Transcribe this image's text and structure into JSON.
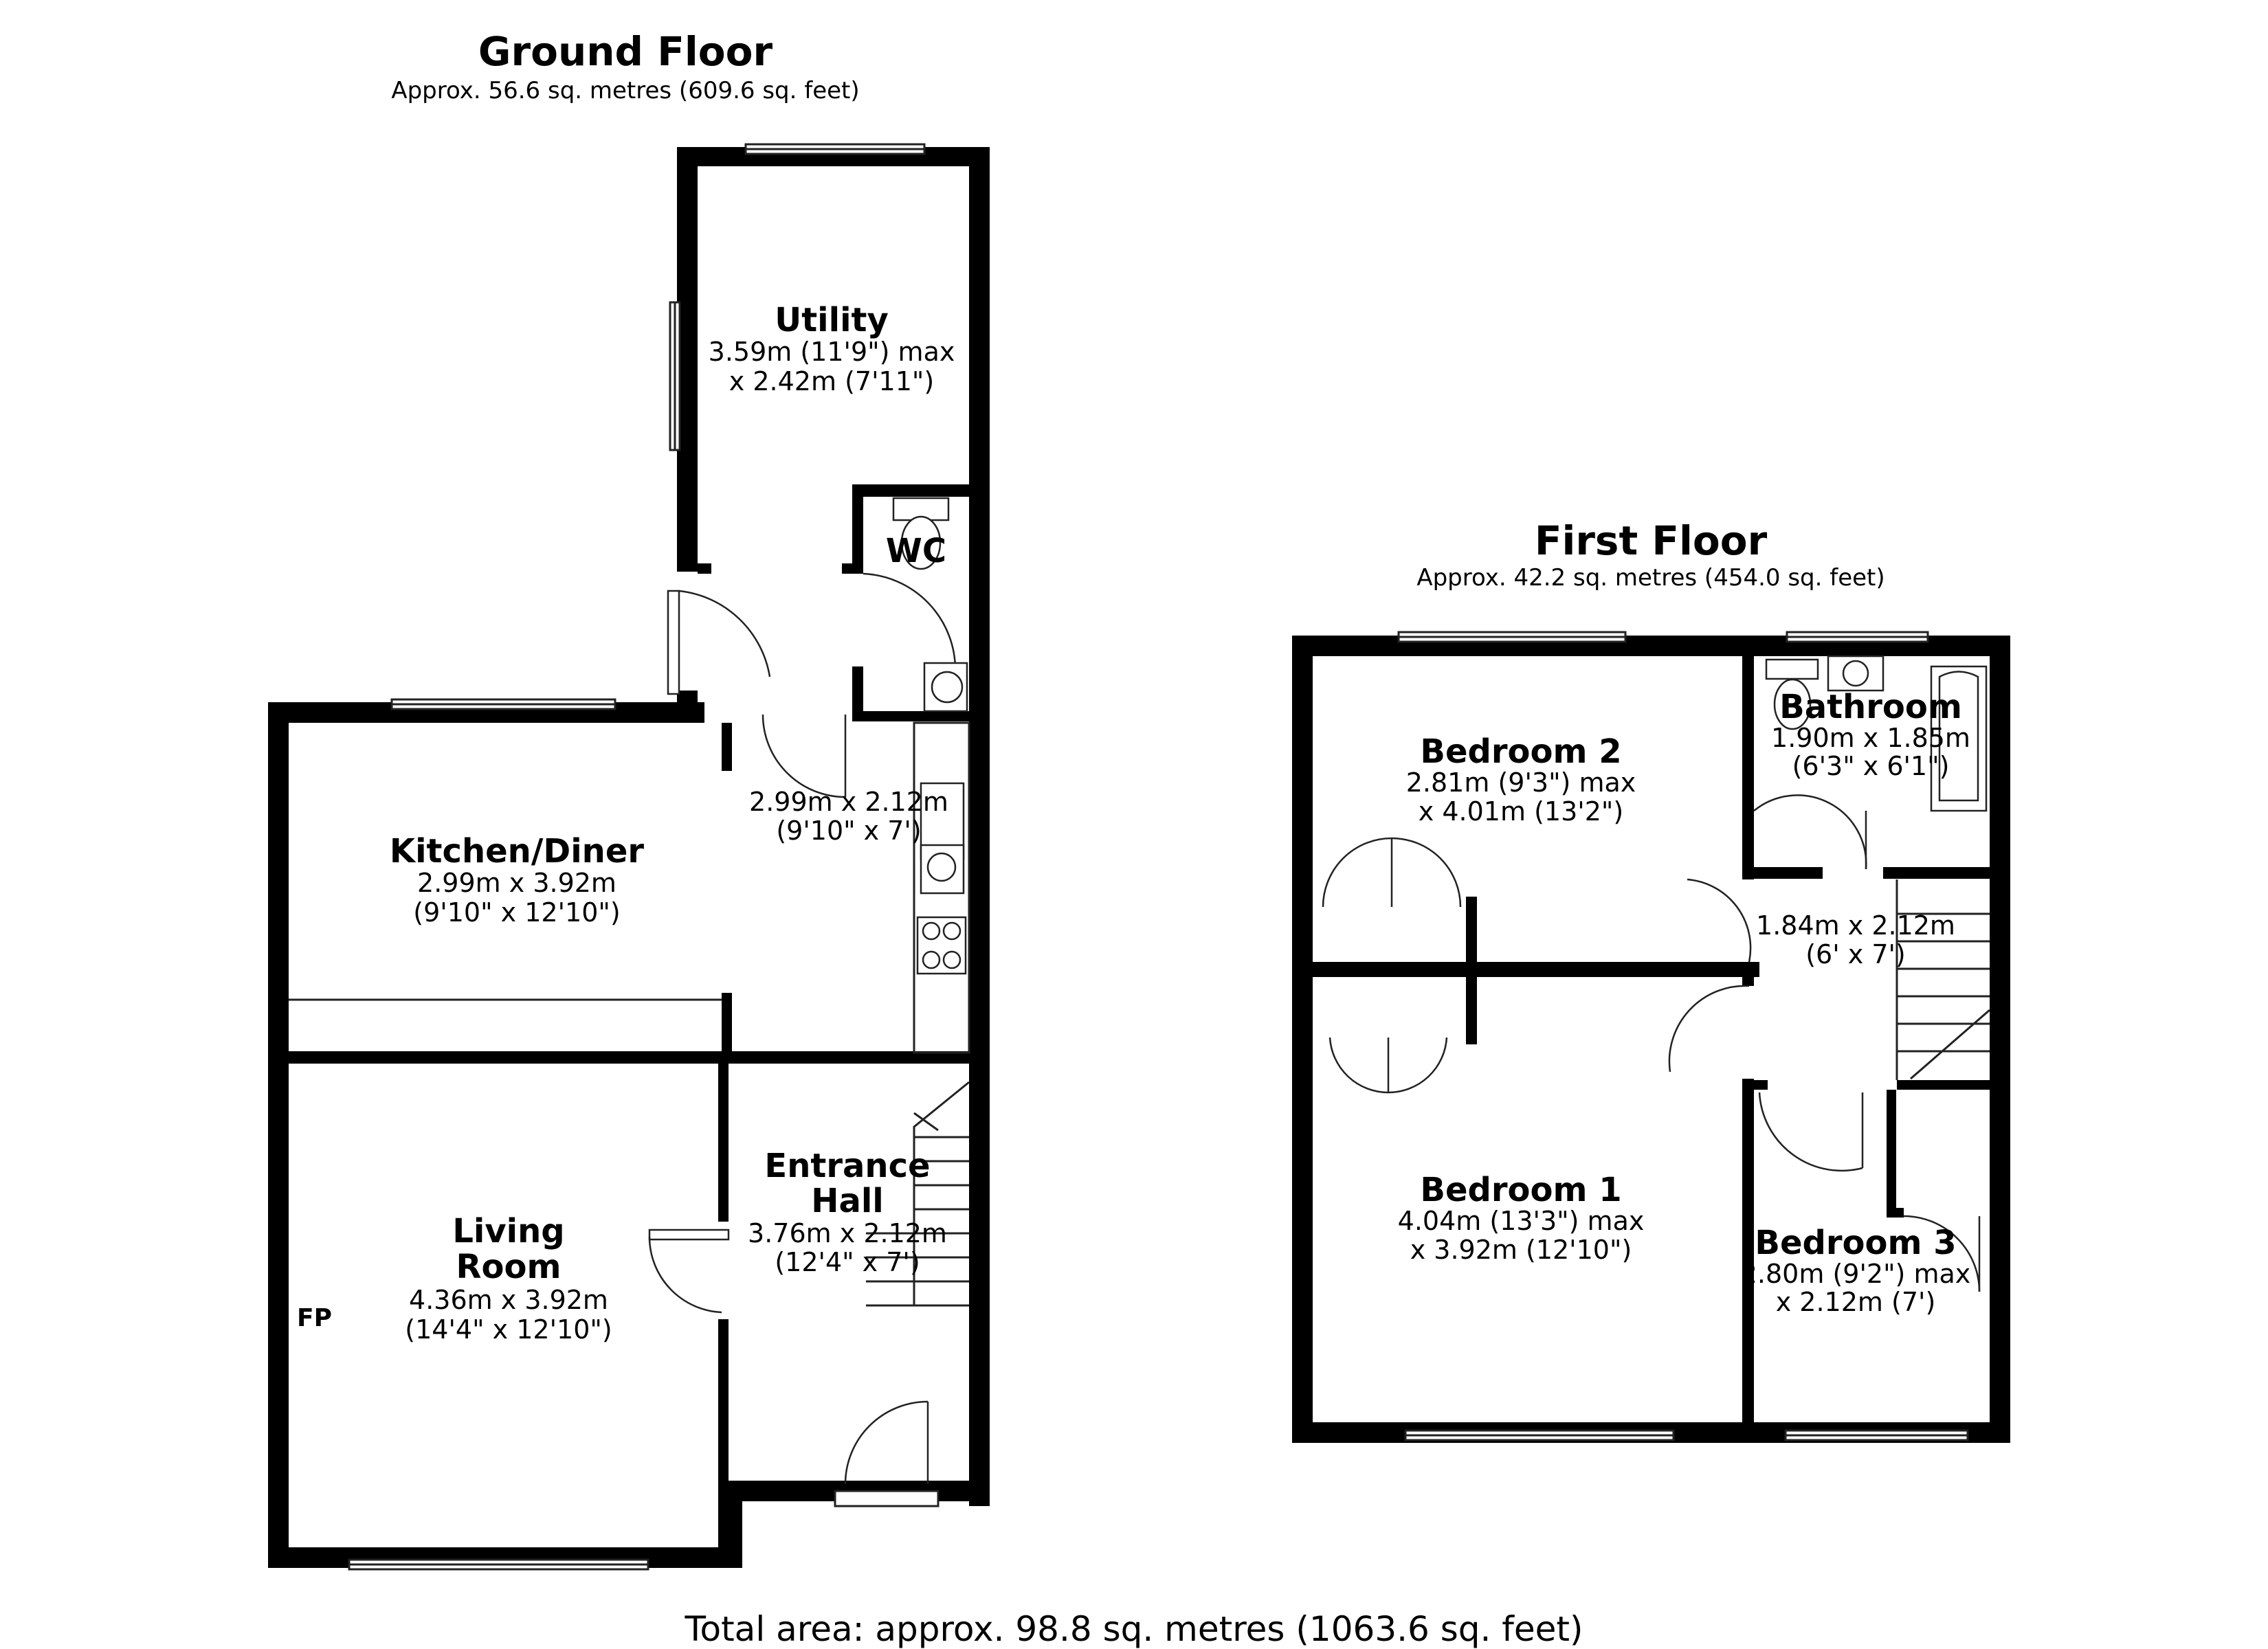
{
  "ground_floor": {
    "title": "Ground Floor",
    "subtitle": "Approx. 56.6 sq. metres (609.6 sq. feet)",
    "rooms": [
      {
        "name": "Utility",
        "dim1": "3.59m (11'9\") max",
        "dim2": "x 2.42m (7'11\")"
      },
      {
        "name": "WC"
      },
      {
        "name": "",
        "dim1": "2.99m x 2.12m",
        "dim2": "(9'10\" x 7')"
      },
      {
        "name": "Kitchen/Diner",
        "dim1": "2.99m x 3.92m",
        "dim2": "(9'10\" x 12'10\")"
      },
      {
        "name_line1": "Entrance",
        "name_line2": "Hall",
        "dim1": "3.76m x 2.12m",
        "dim2": "(12'4\" x 7')"
      },
      {
        "name_line1": "Living",
        "name_line2": "Room",
        "dim1": "4.36m x 3.92m",
        "dim2": "(14'4\" x 12'10\")"
      }
    ],
    "fp_label": "FP"
  },
  "first_floor": {
    "title": "First Floor",
    "subtitle": "Approx. 42.2 sq. metres (454.0 sq. feet)",
    "rooms": [
      {
        "name": "Bedroom 2",
        "dim1": "2.81m (9'3\") max",
        "dim2": "x 4.01m (13'2\")"
      },
      {
        "name": "Bathroom",
        "dim1": "1.90m x 1.85m",
        "dim2": "(6'3\" x 6'1\")"
      },
      {
        "name": "",
        "dim1": "1.84m x 2.12m",
        "dim2": "(6' x 7')"
      },
      {
        "name": "Bedroom 1",
        "dim1": "4.04m (13'3\") max",
        "dim2": "x 3.92m (12'10\")"
      },
      {
        "name": "Bedroom 3",
        "dim1": "2.80m (9'2\") max",
        "dim2": "x 2.12m (7')"
      }
    ]
  },
  "total_area": "Total area: approx. 98.8 sq. metres (1063.6 sq. feet)"
}
